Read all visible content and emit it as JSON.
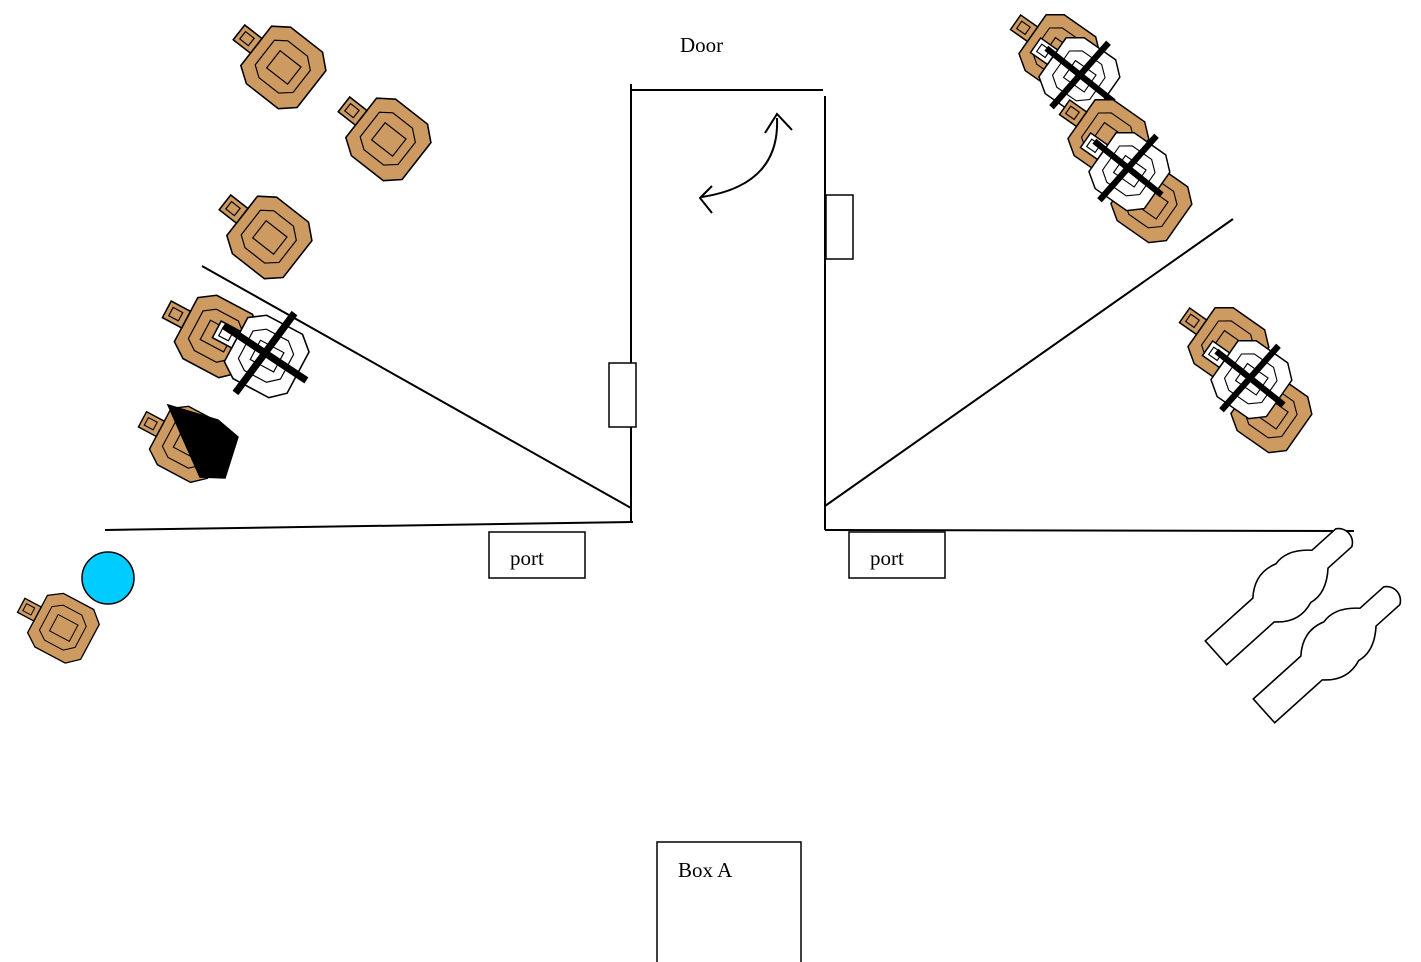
{
  "labels": {
    "door": "Door",
    "port_left": "port",
    "port_right": "port",
    "box": "Box A"
  },
  "colors": {
    "target_fill": "#CD9A62",
    "target_neutralized_fill": "#FFFFFF",
    "target_black": "#000000",
    "marker_fill": "#00CCFF",
    "line": "#000000"
  },
  "icons": {
    "target": "target-silhouette-icon",
    "neutralized_target": "x-marked-target-icon",
    "hostage": "hostage-target-icon",
    "marker": "blue-dot-icon",
    "door_swing": "curved-double-arrow-icon",
    "ladder": "ladder-silhouette-icon"
  }
}
